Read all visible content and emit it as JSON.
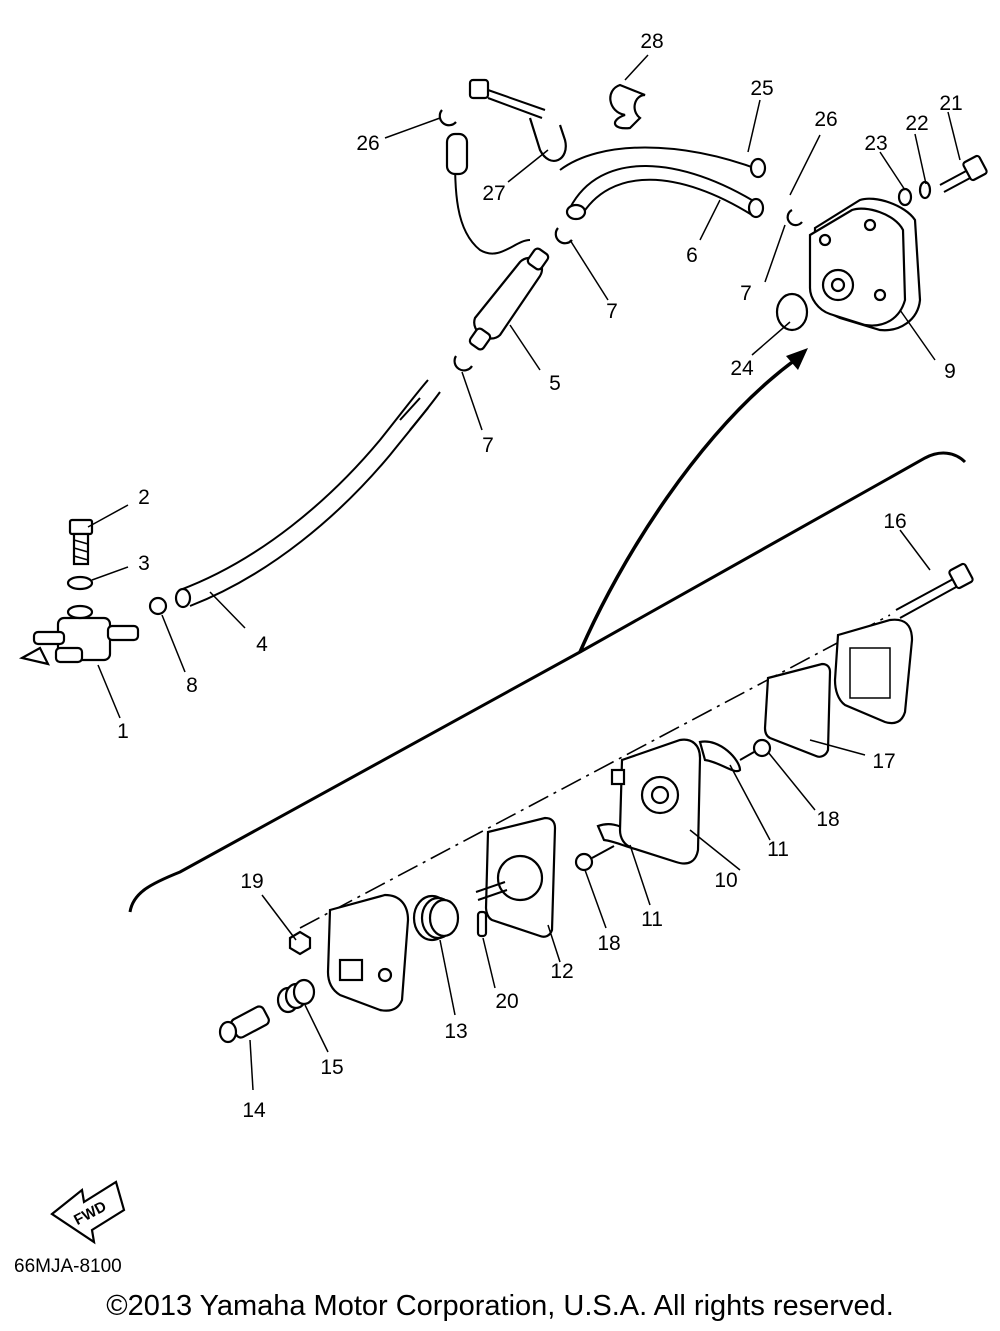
{
  "callouts": [
    {
      "id": "1",
      "label": "1"
    },
    {
      "id": "2",
      "label": "2"
    },
    {
      "id": "3",
      "label": "3"
    },
    {
      "id": "4",
      "label": "4"
    },
    {
      "id": "5",
      "label": "5"
    },
    {
      "id": "6",
      "label": "6"
    },
    {
      "id": "7a",
      "label": "7"
    },
    {
      "id": "7b",
      "label": "7"
    },
    {
      "id": "7c",
      "label": "7"
    },
    {
      "id": "8",
      "label": "8"
    },
    {
      "id": "9",
      "label": "9"
    },
    {
      "id": "10",
      "label": "10"
    },
    {
      "id": "11a",
      "label": "11"
    },
    {
      "id": "11b",
      "label": "11"
    },
    {
      "id": "12",
      "label": "12"
    },
    {
      "id": "13",
      "label": "13"
    },
    {
      "id": "14",
      "label": "14"
    },
    {
      "id": "15",
      "label": "15"
    },
    {
      "id": "16",
      "label": "16"
    },
    {
      "id": "17",
      "label": "17"
    },
    {
      "id": "18a",
      "label": "18"
    },
    {
      "id": "18b",
      "label": "18"
    },
    {
      "id": "19",
      "label": "19"
    },
    {
      "id": "20",
      "label": "20"
    },
    {
      "id": "21",
      "label": "21"
    },
    {
      "id": "22",
      "label": "22"
    },
    {
      "id": "23",
      "label": "23"
    },
    {
      "id": "24",
      "label": "24"
    },
    {
      "id": "25",
      "label": "25"
    },
    {
      "id": "26a",
      "label": "26"
    },
    {
      "id": "26b",
      "label": "26"
    },
    {
      "id": "27",
      "label": "27"
    },
    {
      "id": "28",
      "label": "28"
    }
  ],
  "fwd_label": "FWD",
  "diagram_code": "66MJA-8100",
  "copyright": "©2013 Yamaha Motor Corporation, U.S.A. All rights reserved."
}
